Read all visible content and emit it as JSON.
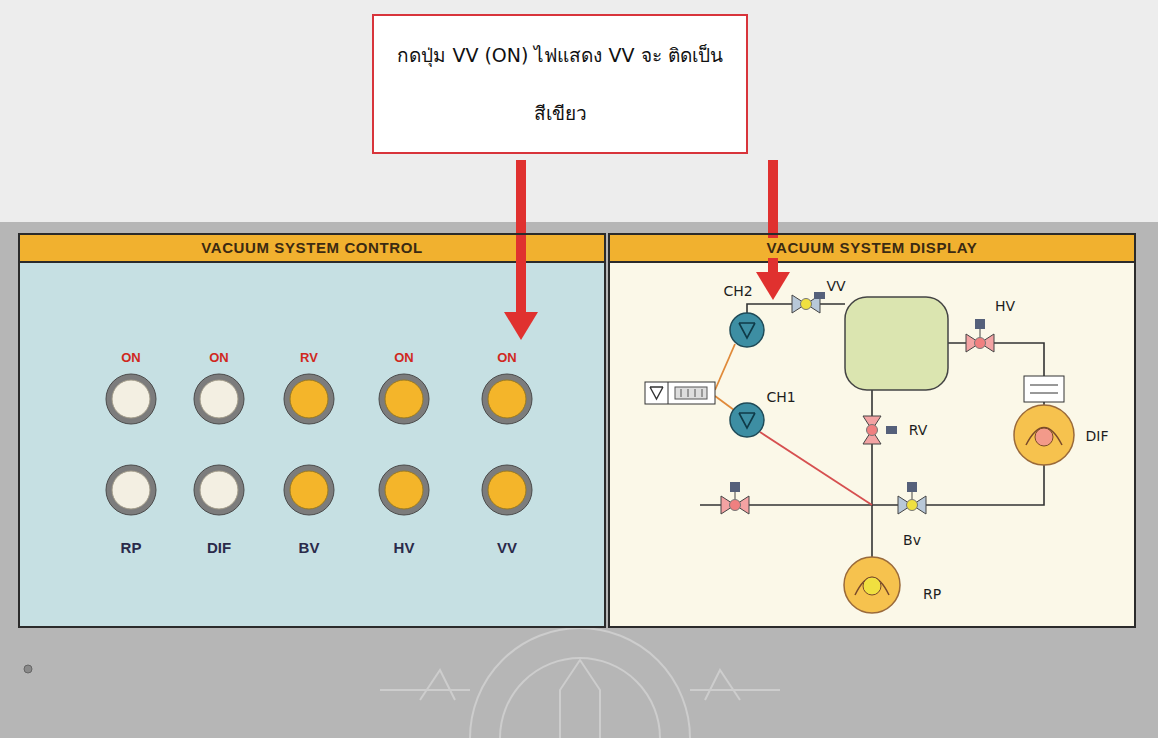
{
  "diagram": {
    "nodes": [
      {
        "text": [
          "กดปุ่ม VV (ON) ไฟแสดง VV จะ ติดเป็นสีเขียว"
        ]
      },
      {
        "text": [
          "VACUUM SYSTEM CONTROL"
        ]
      },
      {
        "text": [
          "VACUUM SYSTEM DISPLAY"
        ]
      }
    ],
    "labels": [
      "ON",
      "ON",
      "RV",
      "ON",
      "ON",
      "RP",
      "DIF",
      "BV",
      "HV",
      "VV",
      "VV",
      "CH2",
      "HV",
      "CH1",
      "RV",
      "DIF",
      "Bv",
      "RP"
    ]
  }
}
